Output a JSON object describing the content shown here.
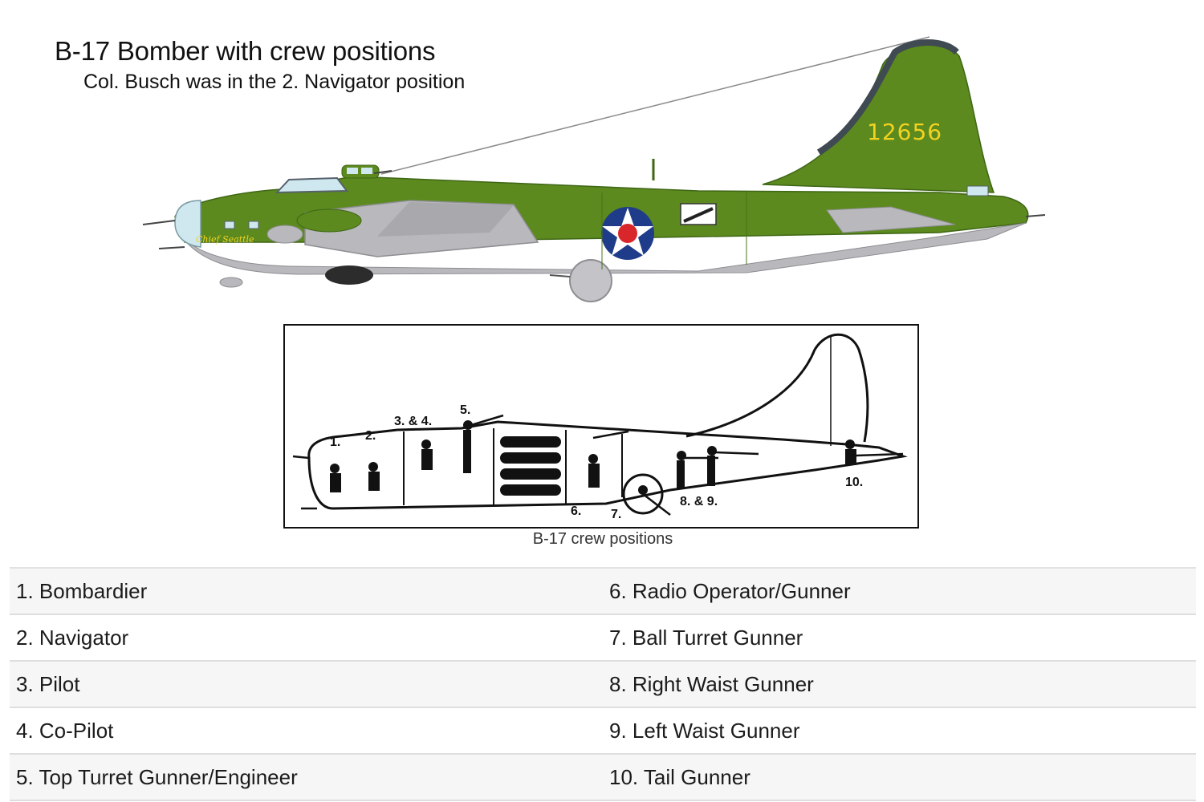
{
  "header": {
    "title": "B-17 Bomber with crew positions",
    "subtitle": "Col. Busch was in the 2. Navigator position"
  },
  "aircraft_illustration": {
    "tail_number": "12656",
    "nose_art": "Chief Seattle",
    "colors": {
      "upper_camouflage": "#5c8a1e",
      "upper_camouflage_dark": "#4a7418",
      "underside": "#b9b9bd",
      "tail_number": "#f2d320",
      "roundel_blue": "#1f3c8a",
      "roundel_red": "#d8262a",
      "roundel_white": "#ffffff",
      "canopy": "#cfe7ef"
    }
  },
  "diagram": {
    "caption": "B-17 crew positions",
    "position_labels": [
      "1.",
      "2.",
      "3. & 4.",
      "5.",
      "6.",
      "7.",
      "8. & 9.",
      "10."
    ]
  },
  "crew_table": {
    "rows": [
      {
        "left": "1. Bombardier",
        "right": "6. Radio Operator/Gunner"
      },
      {
        "left": "2. Navigator",
        "right": "7. Ball Turret Gunner"
      },
      {
        "left": "3. Pilot",
        "right": "8. Right Waist Gunner"
      },
      {
        "left": "4. Co-Pilot",
        "right": "9. Left Waist Gunner"
      },
      {
        "left": "5. Top Turret Gunner/Engineer",
        "right": "10. Tail Gunner"
      }
    ]
  }
}
